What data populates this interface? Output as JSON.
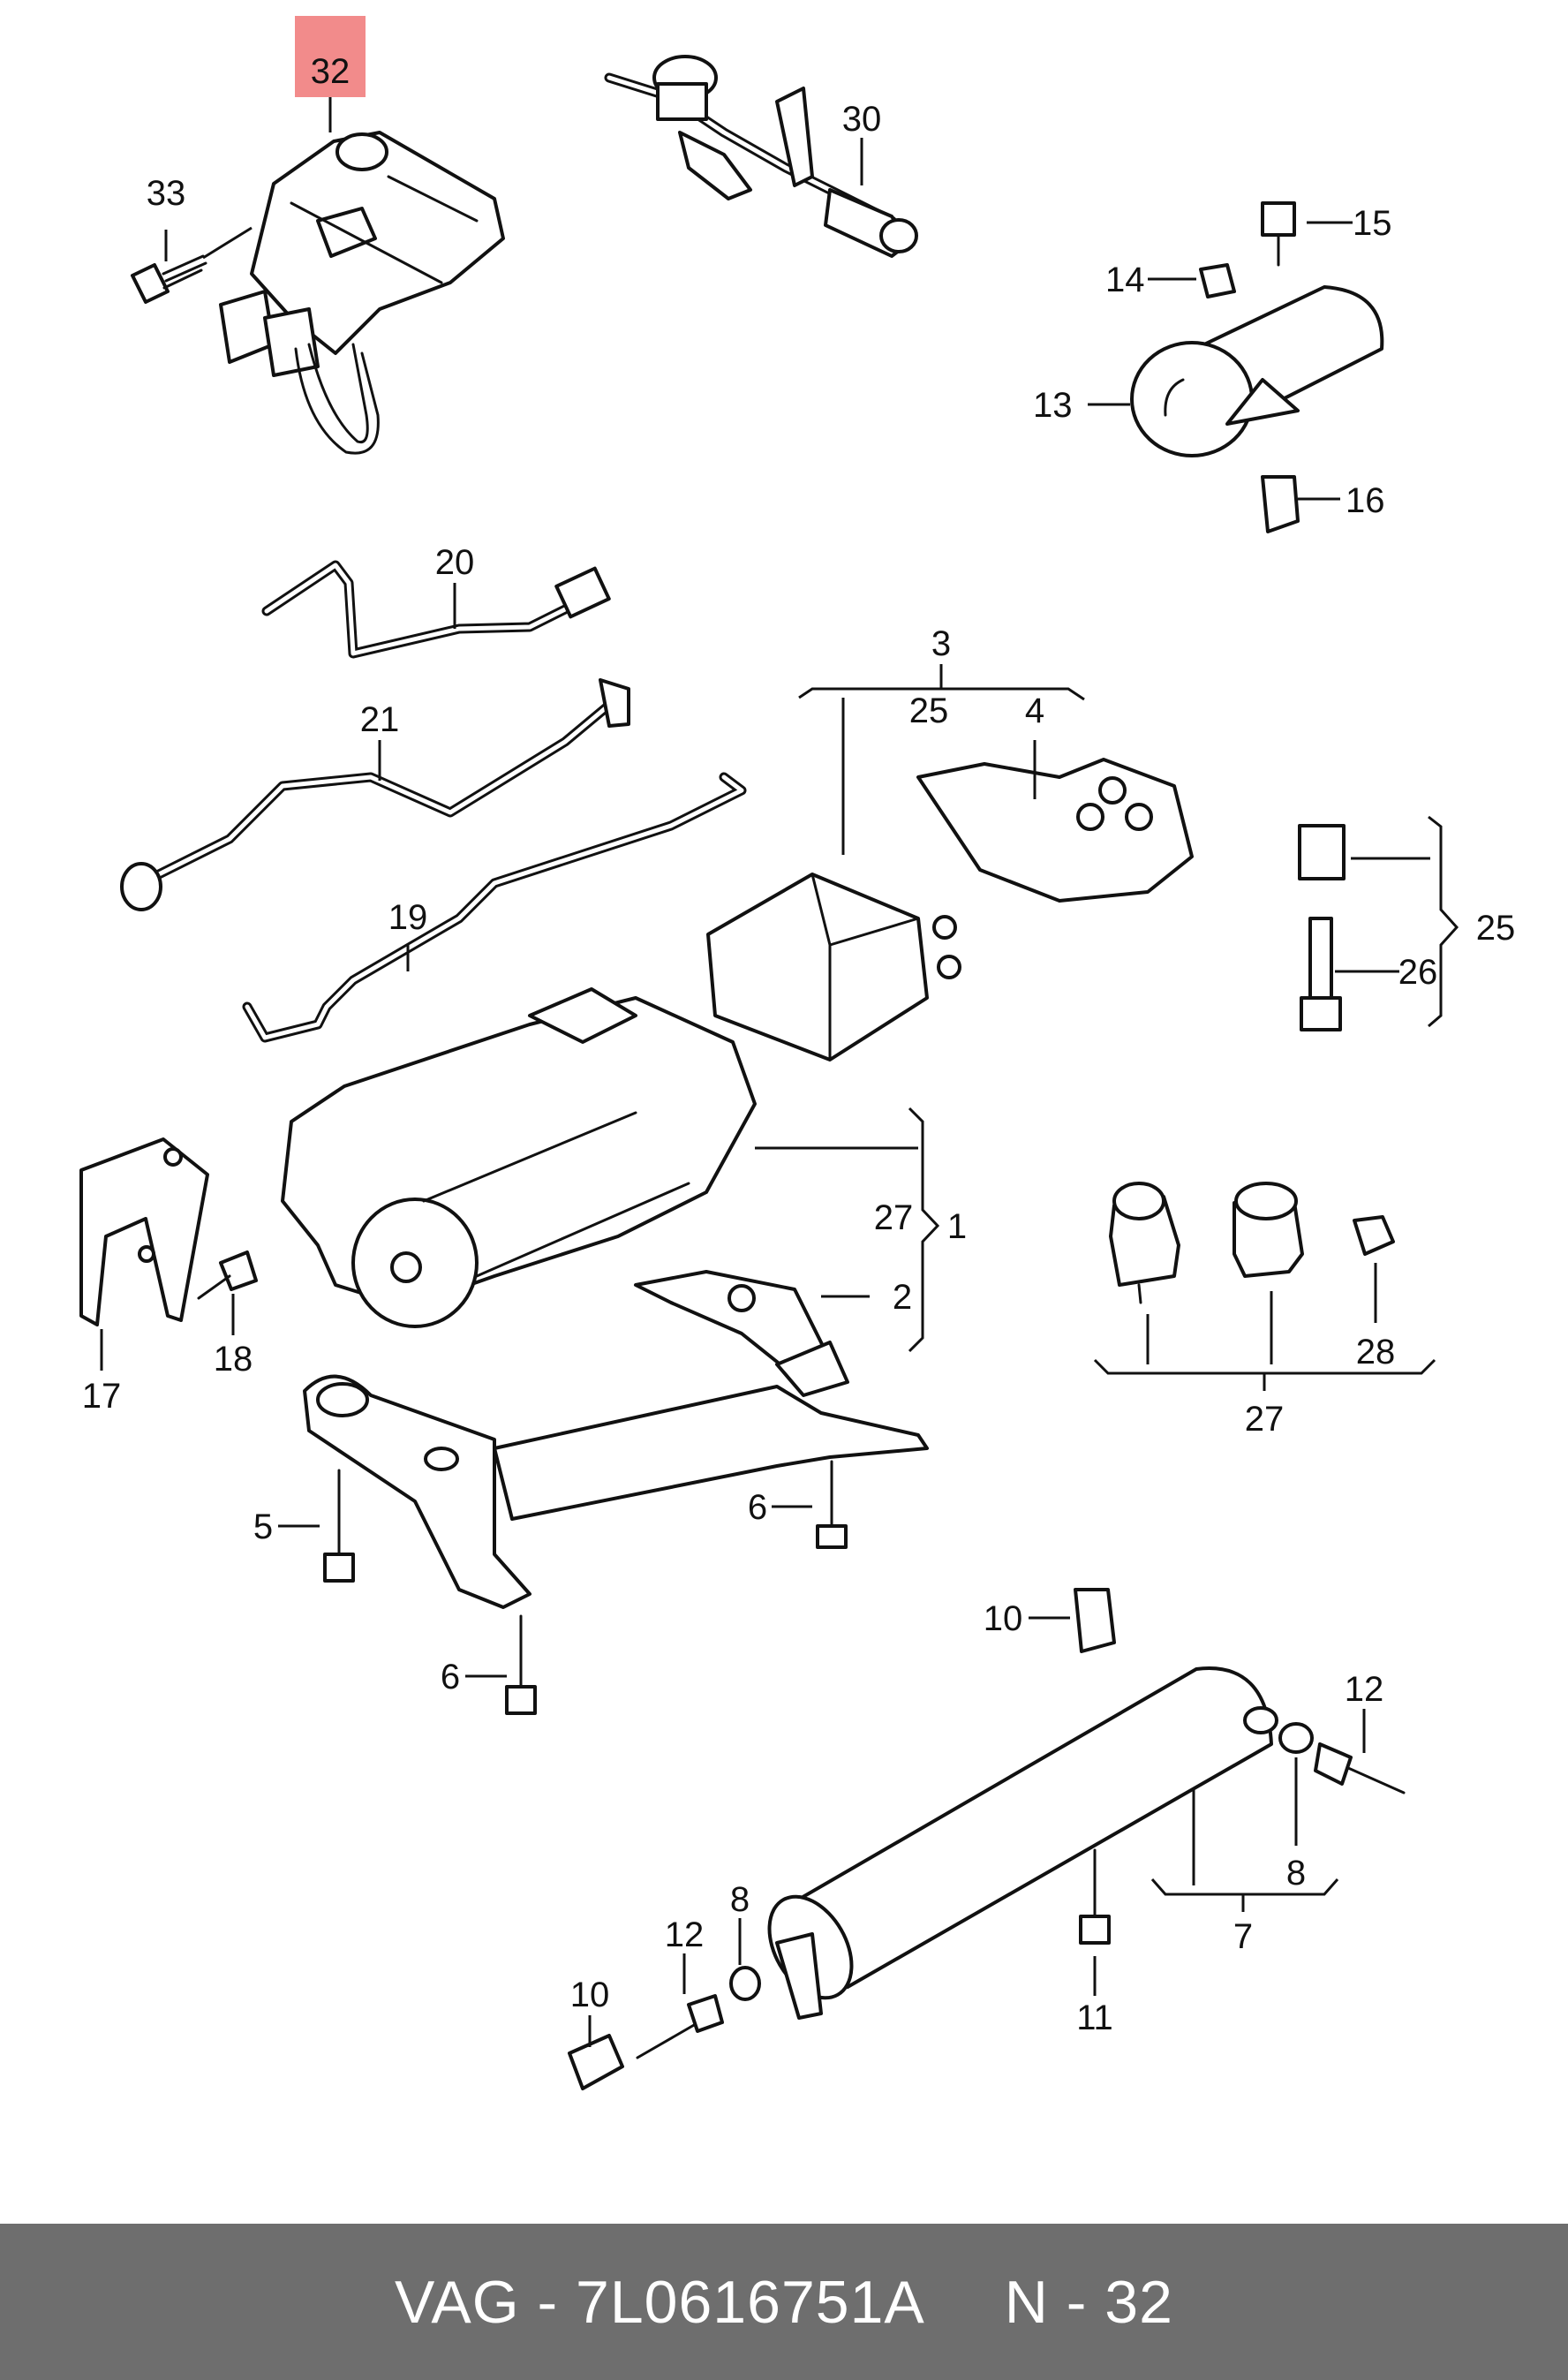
{
  "footer": {
    "brand": "VAG",
    "part_number": "7L0616751A",
    "position": "N - 32",
    "separator": " - "
  },
  "highlight": {
    "color": "#f28b8b",
    "callout": "32"
  },
  "colors": {
    "footer_bg": "#6e6e6e",
    "line": "#111111"
  },
  "callouts": {
    "c32": "32",
    "c33": "33",
    "c30": "30",
    "c15": "15",
    "c14": "14",
    "c13": "13",
    "c16": "16",
    "c20": "20",
    "c3": "3",
    "c25a": "25",
    "c4": "4",
    "c21": "21",
    "c19": "19",
    "c25b": "25",
    "c26": "26",
    "c27a": "27",
    "c1": "1",
    "c2": "2",
    "c17": "17",
    "c18": "18",
    "c28": "28",
    "c27b": "27",
    "c5": "5",
    "c6a": "6",
    "c6b": "6",
    "c10a": "10",
    "c12a": "12",
    "c8a": "8",
    "c7": "7",
    "c11": "11",
    "c8b": "8",
    "c12b": "12",
    "c10b": "10"
  }
}
